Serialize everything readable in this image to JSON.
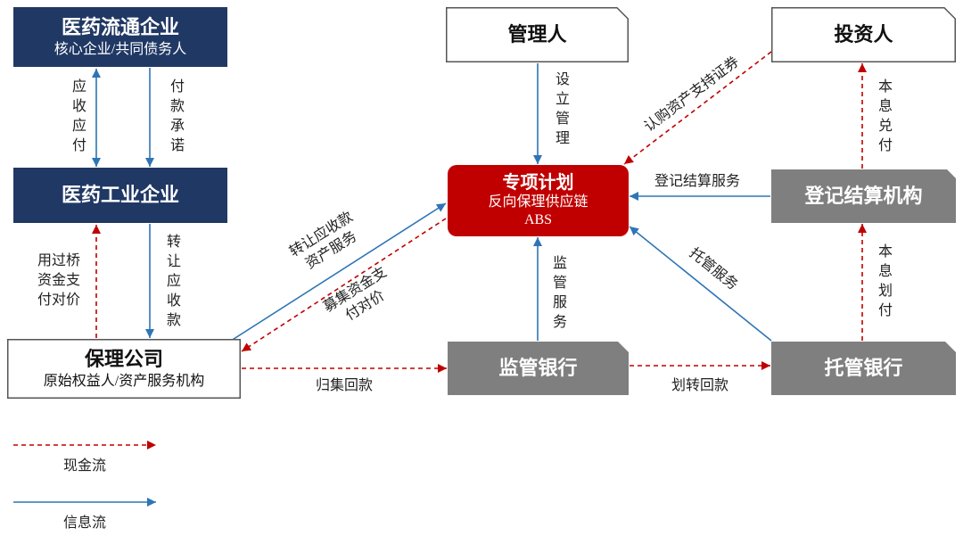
{
  "nodes": {
    "distributor": {
      "title": "医药流通企业",
      "subtitle": "核心企业/共同债务人"
    },
    "manufacturer": {
      "title": "医药工业企业"
    },
    "factoring": {
      "title": "保理公司",
      "subtitle": "原始权益人/资产服务机构"
    },
    "manager": {
      "title": "管理人"
    },
    "plan": {
      "title": "专项计划",
      "line2": "反向保理供应链",
      "line3": "ABS"
    },
    "investor": {
      "title": "投资人"
    },
    "registry": {
      "title": "登记结算机构"
    },
    "supervisory_bank": {
      "title": "监管银行"
    },
    "custodian_bank": {
      "title": "托管银行"
    }
  },
  "flows": {
    "receivable_payable": "应收应付",
    "payment_commitment": "付款承诺",
    "bridge_fund_payment": "用过桥资金支付对价",
    "transfer_receivable": "转让应收款",
    "transfer_receivable_service": "转让应收款资产服务",
    "raise_fund_payment": "募集资金支付对价",
    "setup_management": "设立管理",
    "subscribe_abs": "认购资产支持证券",
    "principal_interest_redeem": "本息兑付",
    "registry_service": "登记结算服务",
    "principal_interest_transfer": "本息划付",
    "custody_service": "托管服务",
    "supervision_service": "监管服务",
    "collect_repayment": "归集回款",
    "transfer_repayment": "划转回款"
  },
  "legend": {
    "cash_flow": "现金流",
    "info_flow": "信息流"
  },
  "colors": {
    "navy": "#203864",
    "plan_red": "#c00000",
    "cash_red": "#c00000",
    "info_blue": "#2e75b6",
    "gray": "#7f7f7f",
    "white": "#ffffff",
    "border": "#555555"
  }
}
